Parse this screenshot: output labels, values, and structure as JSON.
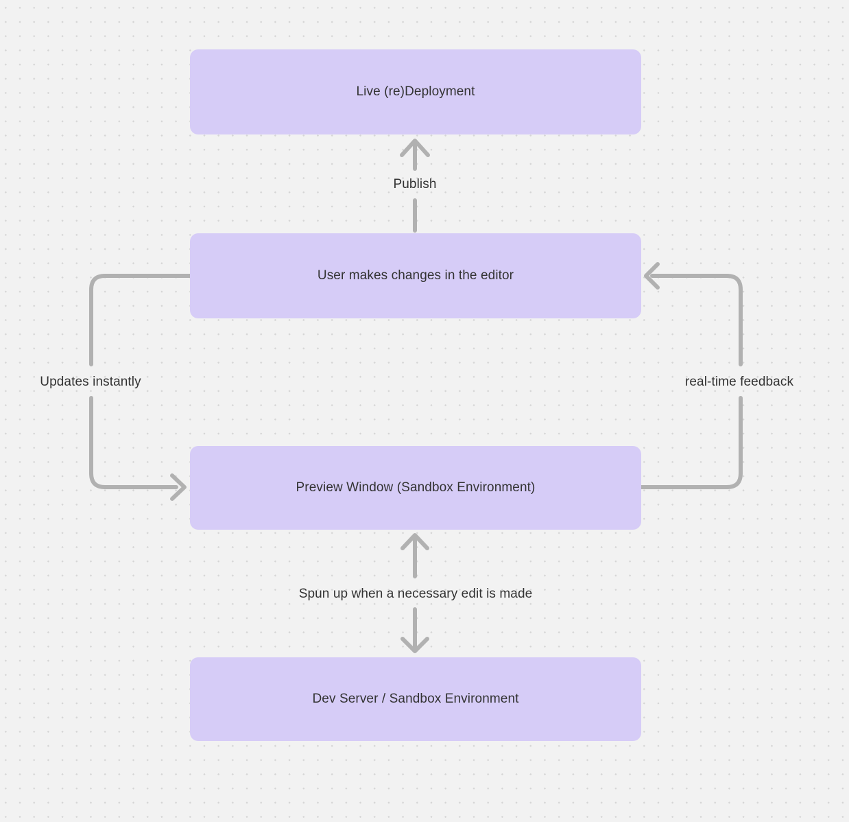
{
  "colors": {
    "background": "#f2f2f2",
    "dot": "#d5d5d5",
    "node-fill": "#d6ccf7",
    "arrow": "#b1b1b1",
    "text": "#333333"
  },
  "diagram": {
    "type": "flowchart",
    "nodes": [
      {
        "id": "live-redeployment",
        "label": "Live (re)Deployment"
      },
      {
        "id": "user-edits",
        "label": "User makes changes in the editor"
      },
      {
        "id": "preview-window",
        "label": "Preview Window (Sandbox Environment)"
      },
      {
        "id": "dev-server",
        "label": "Dev Server / Sandbox Environment"
      }
    ],
    "edges": [
      {
        "from": "user-edits",
        "to": "live-redeployment",
        "label": "Publish",
        "direction": "up"
      },
      {
        "from": "user-edits",
        "to": "preview-window",
        "label": "Updates instantly",
        "side": "left"
      },
      {
        "from": "preview-window",
        "to": "user-edits",
        "label": "real-time feedback",
        "side": "right"
      },
      {
        "from": "dev-server",
        "to": "preview-window",
        "label": "Spun up when a necessary edit is made",
        "direction": "both"
      }
    ]
  }
}
